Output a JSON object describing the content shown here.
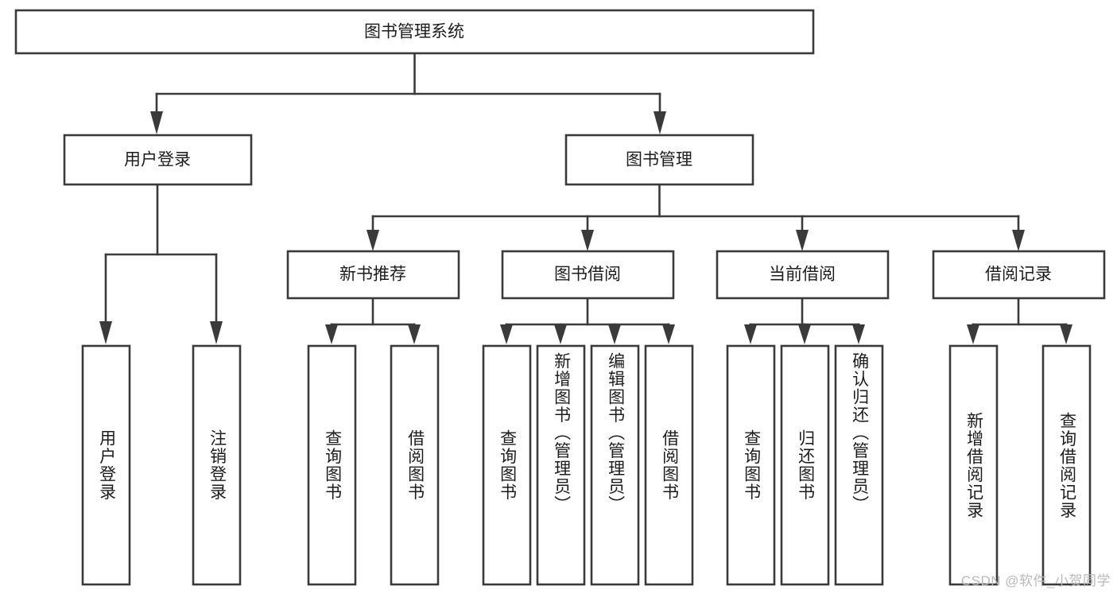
{
  "diagram": {
    "type": "tree-hierarchy",
    "title": "图书管理系统",
    "root": {
      "id": "root",
      "label": "图书管理系统",
      "level": 0
    },
    "level1": [
      {
        "id": "user-login",
        "label": "用户登录"
      },
      {
        "id": "book-manage",
        "label": "图书管理"
      }
    ],
    "level2": [
      {
        "id": "new-book-rec",
        "label": "新书推荐",
        "parent": "book-manage"
      },
      {
        "id": "book-borrow",
        "label": "图书借阅",
        "parent": "book-manage"
      },
      {
        "id": "current-borrow",
        "label": "当前借阅",
        "parent": "book-manage"
      },
      {
        "id": "borrow-record",
        "label": "借阅记录",
        "parent": "book-manage"
      }
    ],
    "leaves": [
      {
        "id": "leaf-user-login",
        "label": "用户登录",
        "parent": "user-login"
      },
      {
        "id": "leaf-logout",
        "label": "注销登录",
        "parent": "user-login"
      },
      {
        "id": "leaf-query-book-1",
        "label": "查询图书",
        "parent": "new-book-rec"
      },
      {
        "id": "leaf-borrow-book-1",
        "label": "借阅图书",
        "parent": "new-book-rec"
      },
      {
        "id": "leaf-query-book-2",
        "label": "查询图书",
        "parent": "book-borrow"
      },
      {
        "id": "leaf-add-book",
        "label": "新增图书（管理员）",
        "parent": "book-borrow"
      },
      {
        "id": "leaf-edit-book",
        "label": "编辑图书（管理员）",
        "parent": "book-borrow"
      },
      {
        "id": "leaf-borrow-book-2",
        "label": "借阅图书",
        "parent": "book-borrow"
      },
      {
        "id": "leaf-query-book-3",
        "label": "查询图书",
        "parent": "current-borrow"
      },
      {
        "id": "leaf-return-book",
        "label": "归还图书",
        "parent": "current-borrow"
      },
      {
        "id": "leaf-confirm-return",
        "label": "确认归还（管理员）",
        "parent": "current-borrow"
      },
      {
        "id": "leaf-add-record",
        "label": "新增借阅记录",
        "parent": "borrow-record"
      },
      {
        "id": "leaf-query-record",
        "label": "查询借阅记录",
        "parent": "borrow-record"
      }
    ],
    "colors": {
      "stroke": "#3a3a3a",
      "fill": "#ffffff",
      "text": "#1c1c1c",
      "watermark": "#b9b9b9"
    }
  },
  "watermark": {
    "text": "CSDN @软件_小贺同学"
  }
}
